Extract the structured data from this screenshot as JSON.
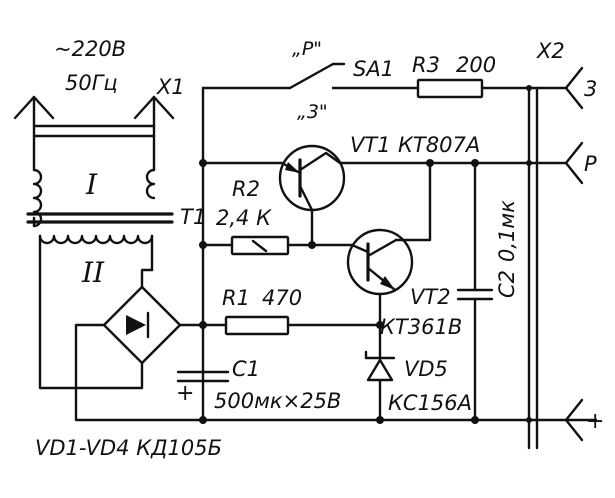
{
  "mains": {
    "voltage": "~220В",
    "frequency": "50Гц"
  },
  "connectors": {
    "x1": "X1",
    "x2": "X2",
    "pin_3": "3",
    "pin_p": "P",
    "pin_plus": "+"
  },
  "transformer": {
    "ref": "T1",
    "primary": "I",
    "secondary": "II"
  },
  "switch": {
    "ref": "SA1",
    "pos_r": "„P\"",
    "pos_z": "„3\""
  },
  "resistors": {
    "r1": {
      "ref": "R1",
      "value": "470"
    },
    "r2": {
      "ref": "R2",
      "value": "2,4 К"
    },
    "r3": {
      "ref": "R3",
      "value": "200"
    }
  },
  "transistors": {
    "vt1": {
      "ref": "VT1",
      "part": "КТ807А"
    },
    "vt2": {
      "ref": "VT2",
      "part": "КТ361В"
    }
  },
  "capacitors": {
    "c1": {
      "ref": "C1",
      "value": "500мк×25В",
      "polarity": "+"
    },
    "c2": {
      "ref": "C2",
      "value": "0,1мк"
    }
  },
  "zener": {
    "ref": "VD5",
    "part": "КС156А"
  },
  "bridge": {
    "label": "VD1-VD4 КД105Б"
  }
}
